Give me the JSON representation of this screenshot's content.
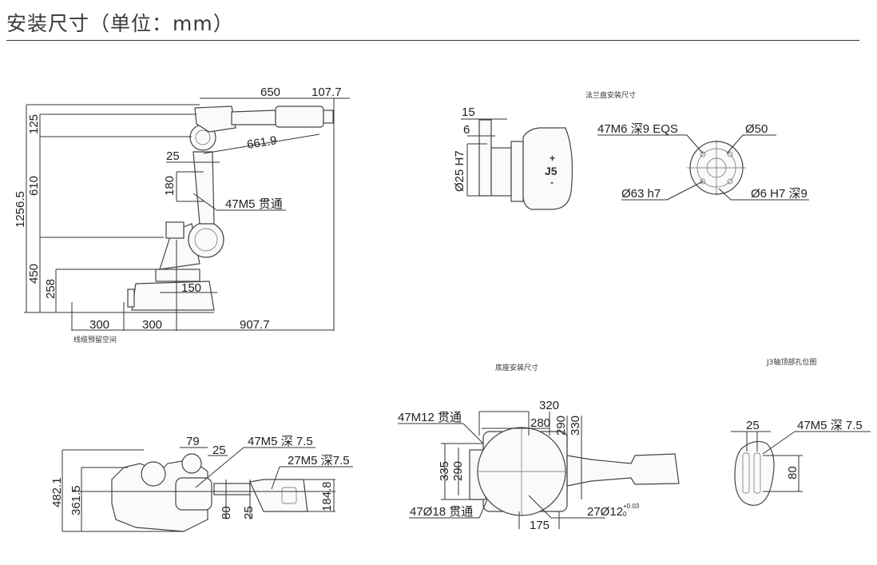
{
  "title": "安装尺寸（单位：mm）",
  "side_view": {
    "dims": {
      "d650": "650",
      "d107_7": "107.7",
      "d1256_5": "1256.5",
      "d125": "125",
      "d610": "610",
      "d450": "450",
      "d258": "258",
      "d661_9": "661.9",
      "d25": "25",
      "d180": "180",
      "d150": "150",
      "d300a": "300",
      "d300b": "300",
      "d907_7": "907.7"
    },
    "note_holes": "47M5 贯通",
    "cable_space": "线缆预留空间"
  },
  "flange_view": {
    "caption": "法兰盘安装尺寸",
    "dims": {
      "d15": "15",
      "d6": "6",
      "d25h7": "Ø25 H7"
    },
    "joint_label": "J5",
    "plus": "+",
    "minus": "-",
    "notes": {
      "m6": "47M6 深9 EQS",
      "d50": "Ø50",
      "d63": "Ø63 h7",
      "d6h7": "Ø6 H7 深9"
    }
  },
  "base_view": {
    "caption": "底座安装尺寸",
    "dims": {
      "d320": "320",
      "d280": "280",
      "d290a": "290",
      "d330": "330",
      "d335": "335",
      "d290b": "290",
      "d175": "175"
    },
    "notes": {
      "m12": "47M12 贯通",
      "d18": "47Ø18 贯通",
      "d12": "27Ø12",
      "d12_upper": "+0.03",
      "d12_lower": "0"
    }
  },
  "j3_view": {
    "caption": "J3轴顶部孔位图",
    "dims": {
      "d25": "25",
      "d80": "80"
    },
    "note": "47M5 深 7.5"
  },
  "top_view": {
    "dims": {
      "d79": "79",
      "d25": "25",
      "d482_1": "482.1",
      "d361_5": "361.5",
      "d80": "80",
      "d25b": "25",
      "d184_8": "184.8"
    },
    "notes": {
      "m5a": "47M5 深 7.5",
      "m5b": "27M5 深7.5"
    }
  }
}
